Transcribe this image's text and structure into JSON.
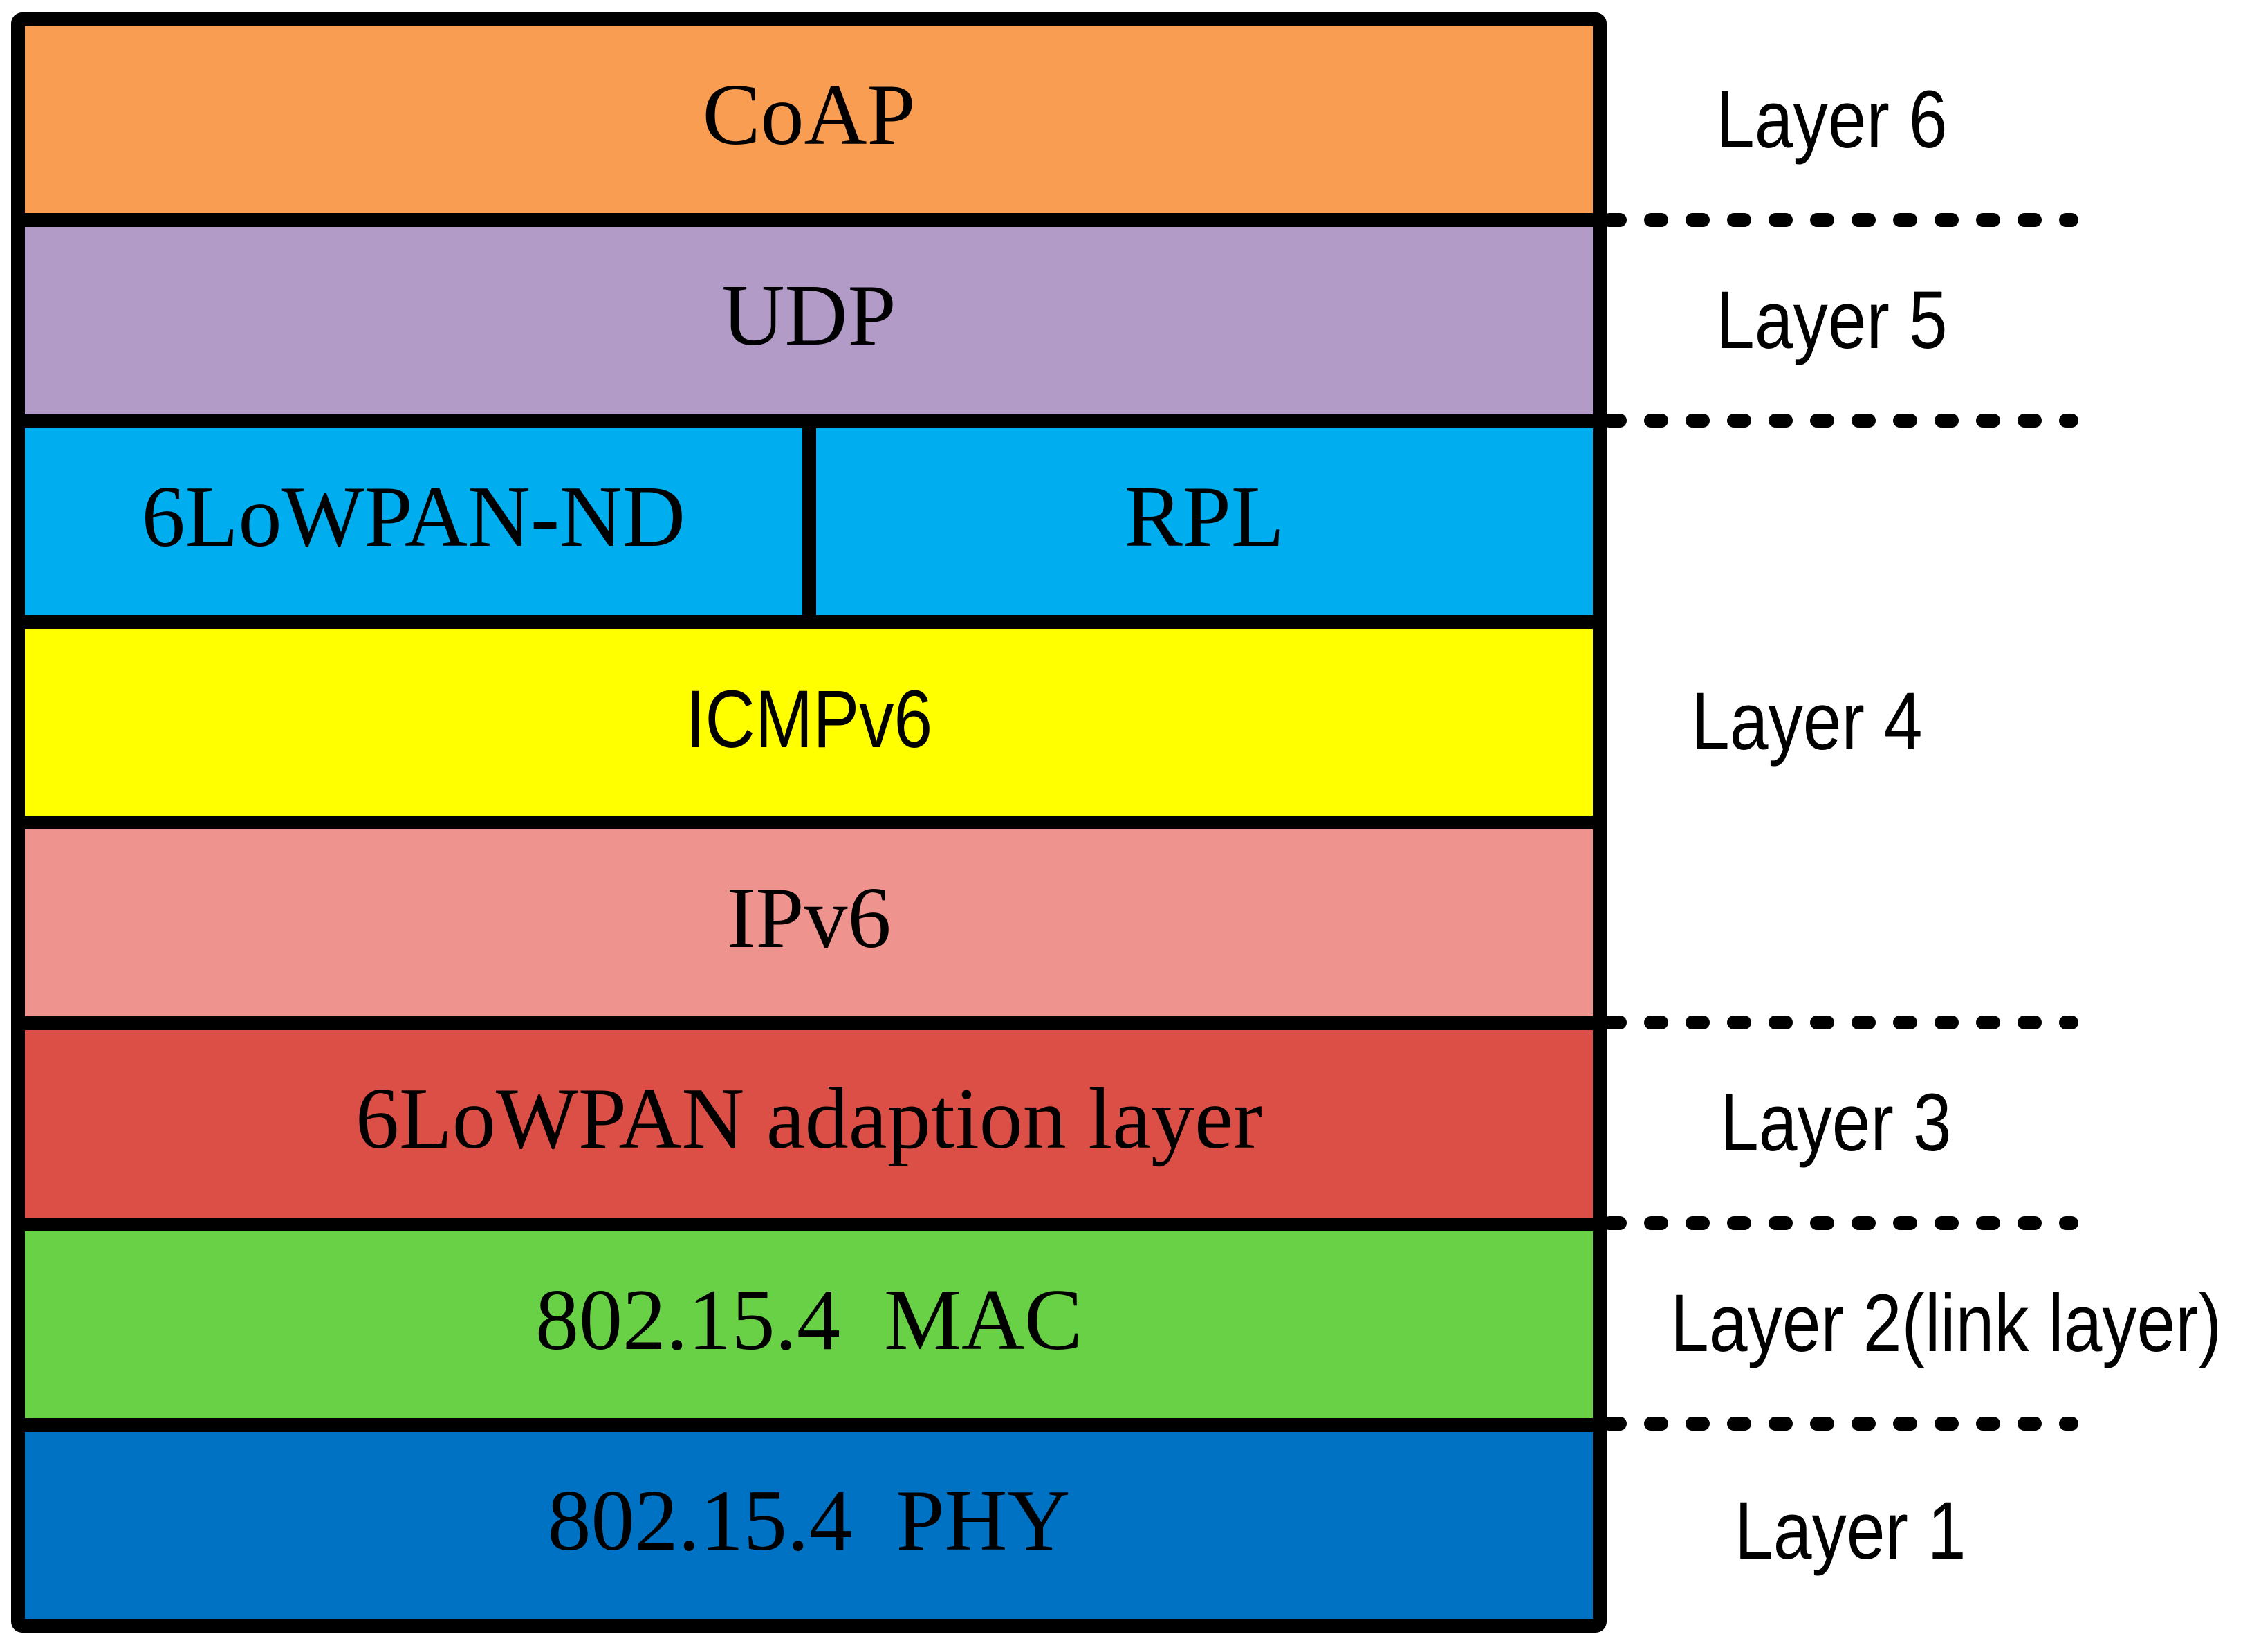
{
  "colors": {
    "border": "#000000",
    "dash": "#000000",
    "text": "#000000",
    "background": "#FFFFFF"
  },
  "stack": {
    "rows": [
      {
        "label": "CoAP",
        "color": "#F99D52"
      },
      {
        "label": "UDP",
        "color": "#B29BC7"
      },
      {
        "cells": [
          {
            "label": "6LoWPAN-ND",
            "color": "#00AEEF"
          },
          {
            "label": "RPL",
            "color": "#00AEEF"
          }
        ]
      },
      {
        "label": "ICMPv6",
        "color": "#FFFF00"
      },
      {
        "label": "IPv6",
        "color": "#EE938E"
      },
      {
        "label": "6LoWPAN adaption layer",
        "color": "#DB4F47"
      },
      {
        "label": "802.15.4  MAC",
        "color": "#68D145"
      },
      {
        "label": "802.15.4  PHY",
        "color": "#0072C3"
      }
    ]
  },
  "layer_labels": [
    {
      "label": "Layer 6"
    },
    {
      "label": "Layer 5"
    },
    {
      "label": "Layer 4"
    },
    {
      "label": "Layer 3"
    },
    {
      "label": "Layer 2(link layer)"
    },
    {
      "label": "Layer 1"
    }
  ]
}
